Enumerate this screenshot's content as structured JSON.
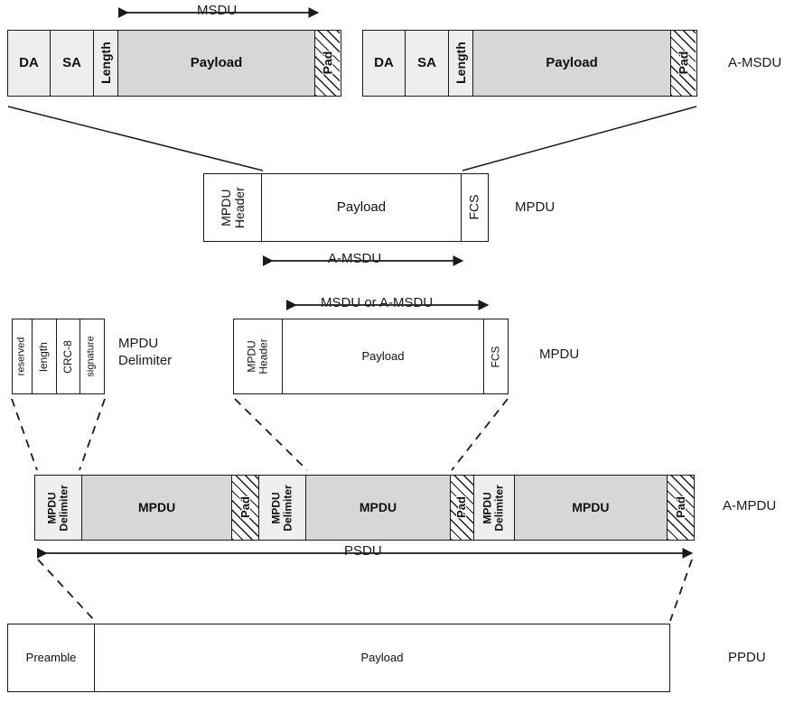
{
  "figure": {
    "title": "IEEE 802.11 MSDU / MPDU / A-MPDU / PPDU aggregation frame formats",
    "colors": {
      "line": "#1a1a1a",
      "header_fill": "#eeeeee",
      "payload_fill": "#d7d7d7",
      "white_fill": "#ffffff"
    }
  },
  "rows": {
    "amsdu": {
      "caption": "A-MSDU",
      "dimension": {
        "label": "MSDU"
      },
      "subframes": [
        {
          "cells": [
            {
              "label": "DA",
              "orientation": "horizontal",
              "fill": "header"
            },
            {
              "label": "SA",
              "orientation": "horizontal",
              "fill": "header"
            },
            {
              "label": "Length",
              "orientation": "vertical",
              "fill": "header"
            },
            {
              "label": "Payload",
              "orientation": "horizontal",
              "fill": "payload"
            },
            {
              "label": "Pad",
              "orientation": "vertical",
              "fill": "hatch"
            }
          ]
        },
        {
          "cells": [
            {
              "label": "DA",
              "orientation": "horizontal",
              "fill": "header"
            },
            {
              "label": "SA",
              "orientation": "horizontal",
              "fill": "header"
            },
            {
              "label": "Length",
              "orientation": "vertical",
              "fill": "header"
            },
            {
              "label": "Payload",
              "orientation": "horizontal",
              "fill": "payload"
            },
            {
              "label": "Pad",
              "orientation": "vertical",
              "fill": "hatch"
            }
          ]
        }
      ]
    },
    "mpdu_top": {
      "caption": "MPDU",
      "dimension": {
        "label": "A-MSDU"
      },
      "cells": [
        {
          "label": "MPDU\nHeader",
          "orientation": "vertical",
          "fill": "white"
        },
        {
          "label": "Payload",
          "orientation": "horizontal",
          "fill": "white"
        },
        {
          "label": "FCS",
          "orientation": "vertical",
          "fill": "white"
        }
      ]
    },
    "delimiter": {
      "caption": "MPDU\nDelimiter",
      "cells": [
        {
          "label": "reserved",
          "orientation": "vertical",
          "fill": "white"
        },
        {
          "label": "length",
          "orientation": "vertical",
          "fill": "white"
        },
        {
          "label": "CRC-8",
          "orientation": "vertical",
          "fill": "white"
        },
        {
          "label": "signature",
          "orientation": "vertical",
          "fill": "white"
        }
      ]
    },
    "mpdu_mid": {
      "caption": "MPDU",
      "dimension": {
        "label": "MSDU or A-MSDU"
      },
      "cells": [
        {
          "label": "MPDU\nHeader",
          "orientation": "vertical",
          "fill": "white"
        },
        {
          "label": "Payload",
          "orientation": "horizontal",
          "fill": "white"
        },
        {
          "label": "FCS",
          "orientation": "vertical",
          "fill": "white"
        }
      ]
    },
    "ampdu": {
      "caption": "A-MPDU",
      "dimension": {
        "label": "PSDU"
      },
      "cells": [
        {
          "label": "MPDU\nDelimiter",
          "orientation": "vertical",
          "fill": "header"
        },
        {
          "label": "MPDU",
          "orientation": "horizontal",
          "fill": "payload"
        },
        {
          "label": "Pad",
          "orientation": "vertical",
          "fill": "hatch"
        },
        {
          "label": "MPDU\nDelimiter",
          "orientation": "vertical",
          "fill": "header"
        },
        {
          "label": "MPDU",
          "orientation": "horizontal",
          "fill": "payload"
        },
        {
          "label": "Pad",
          "orientation": "vertical",
          "fill": "hatch"
        },
        {
          "label": "MPDU\nDelimiter",
          "orientation": "vertical",
          "fill": "header"
        },
        {
          "label": "MPDU",
          "orientation": "horizontal",
          "fill": "payload"
        },
        {
          "label": "Pad",
          "orientation": "vertical",
          "fill": "hatch"
        }
      ]
    },
    "ppdu": {
      "caption": "PPDU",
      "cells": [
        {
          "label": "Preamble",
          "orientation": "horizontal",
          "fill": "white"
        },
        {
          "label": "Payload",
          "orientation": "horizontal",
          "fill": "white"
        }
      ]
    }
  }
}
